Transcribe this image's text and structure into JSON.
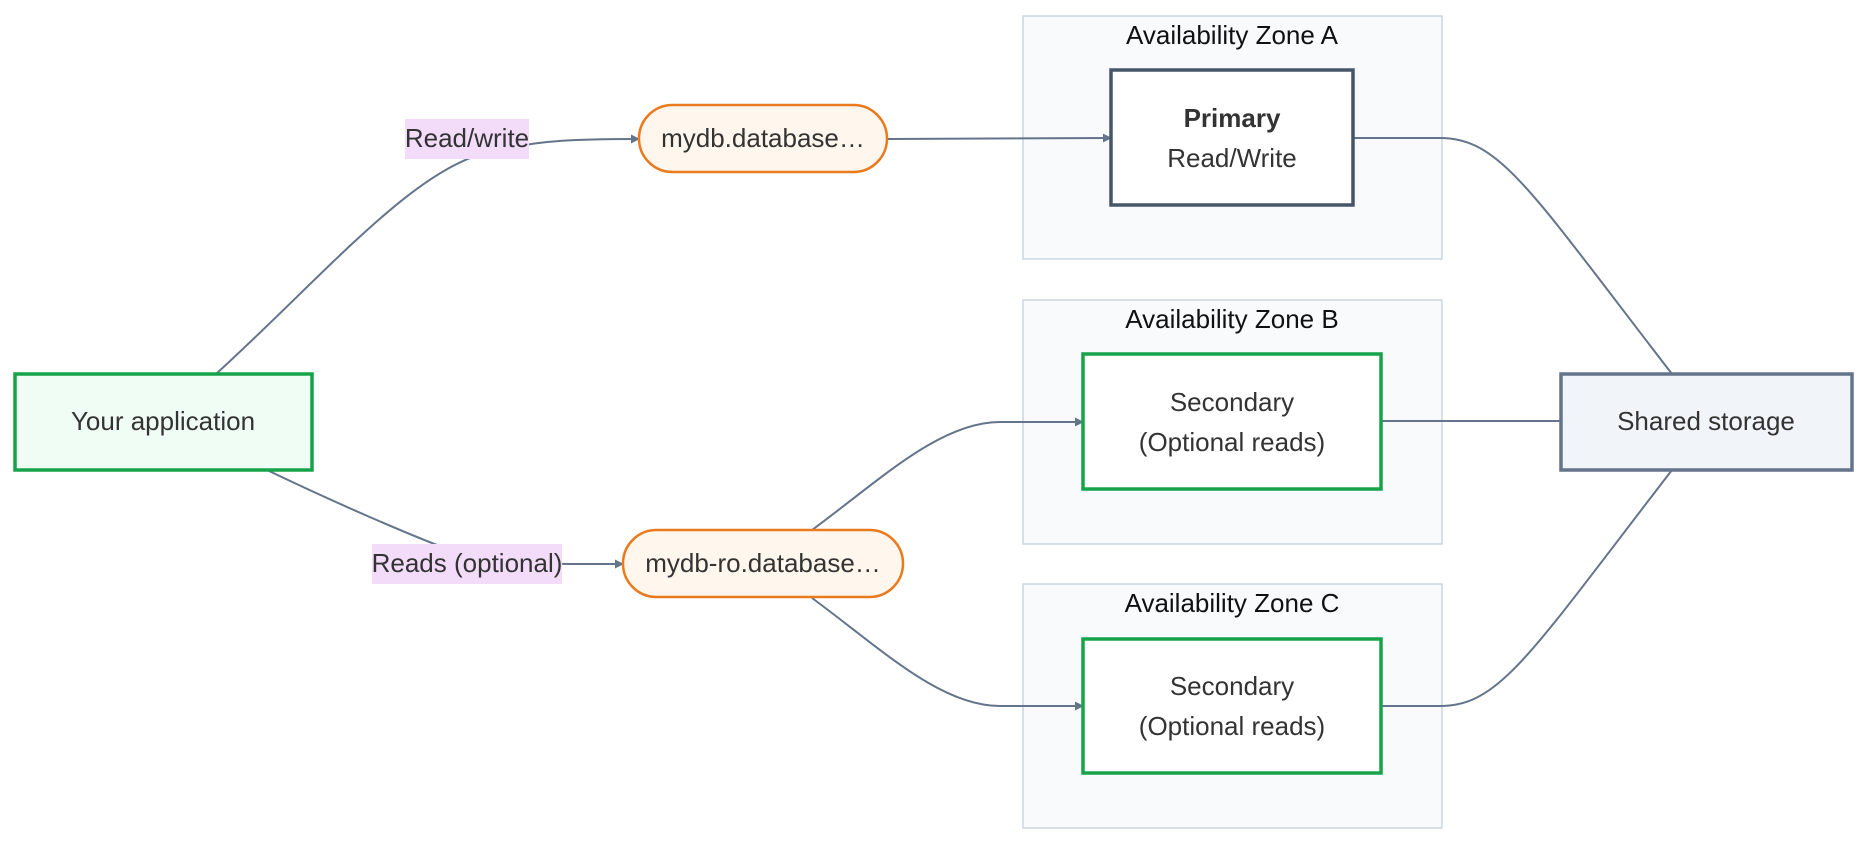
{
  "zones": {
    "a": {
      "title": "Availability Zone A"
    },
    "b": {
      "title": "Availability Zone B"
    },
    "c": {
      "title": "Availability Zone C"
    }
  },
  "nodes": {
    "app": {
      "label": "Your application"
    },
    "rw_endpoint": {
      "label": "mydb.database…"
    },
    "ro_endpoint": {
      "label": "mydb-ro.database…"
    },
    "primary": {
      "title": "Primary",
      "subtitle": "Read/Write"
    },
    "secondary_b": {
      "line1": "Secondary",
      "line2": "(Optional reads)"
    },
    "secondary_c": {
      "line1": "Secondary",
      "line2": "(Optional reads)"
    },
    "storage": {
      "label": "Shared storage"
    }
  },
  "edges": {
    "read_write": {
      "label": "Read/write"
    },
    "reads_optional": {
      "label": "Reads (optional)"
    }
  },
  "colors": {
    "edge": "#64748b",
    "replica_border": "#16a34a",
    "app_fill": "#f0fdf4",
    "primary_border": "#475569",
    "storage_fill": "#f1f5f9",
    "storage_border": "#64748b",
    "endpoint_fill": "#fff7ed",
    "endpoint_border": "#ea7a1e",
    "edge_label_bg": "#f3dcfa",
    "zone_fill": "#f8fafc",
    "zone_border": "#cbd5e1"
  }
}
